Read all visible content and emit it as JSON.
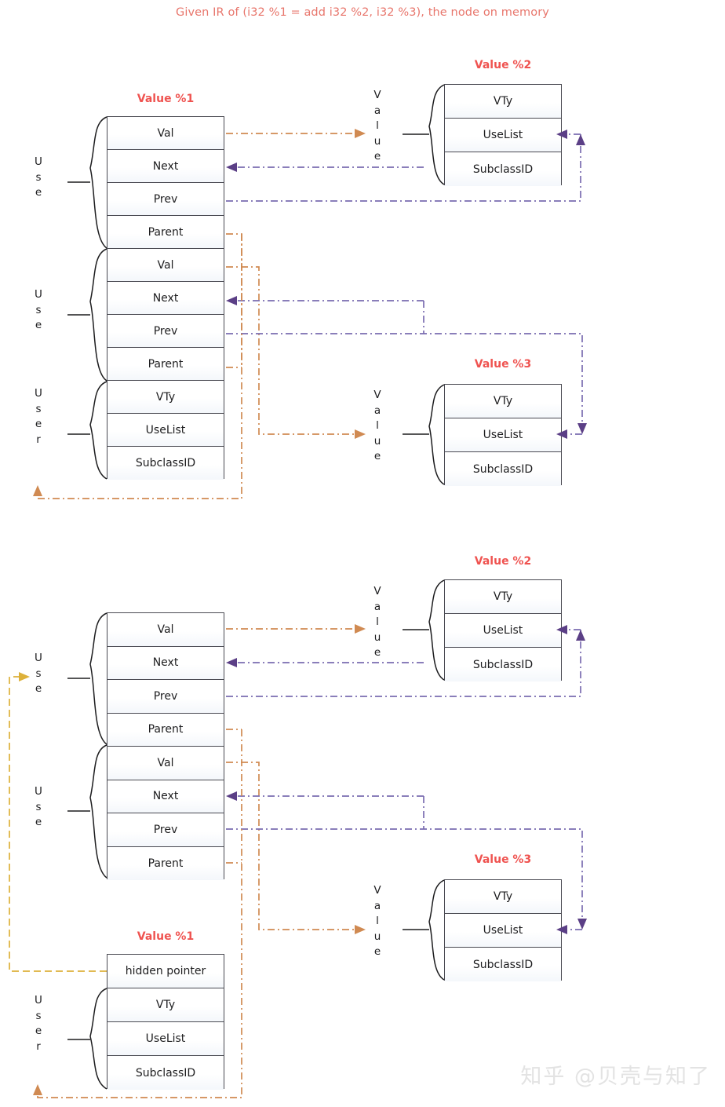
{
  "title": "Given IR of (i32 %1 = add i32 %2, i32 %3), the node on memory",
  "watermark": "知乎 @贝壳与知了",
  "colors": {
    "title": "#e8766c",
    "box_label": "#ef5350",
    "box_border": "#4a4a52",
    "arrow_orange": "#d08a52",
    "arrow_purple": "#7a6cb0",
    "arrow_gold": "#ddb13a",
    "arrowhead_purple": "#5b3f86",
    "watermark": "#e3e3e3"
  },
  "fields": {
    "val": "Val",
    "next": "Next",
    "prev": "Prev",
    "parent": "Parent",
    "vty": "VTy",
    "uselist": "UseList",
    "subclassid": "SubclassID",
    "hidden_pointer": "hidden pointer"
  },
  "group_labels": {
    "use": [
      "U",
      "s",
      "e"
    ],
    "user": [
      "U",
      "s",
      "e",
      "r"
    ],
    "value": [
      "V",
      "a",
      "l",
      "u",
      "e"
    ]
  },
  "top_section": {
    "user_node": {
      "label": "Value %1",
      "rows": [
        "Val",
        "Next",
        "Prev",
        "Parent",
        "Val",
        "Next",
        "Prev",
        "Parent",
        "VTy",
        "UseList",
        "SubclassID"
      ],
      "groups": [
        {
          "name": "Use",
          "letters": [
            "U",
            "s",
            "e"
          ],
          "rows": [
            0,
            1,
            2,
            3
          ]
        },
        {
          "name": "Use",
          "letters": [
            "U",
            "s",
            "e"
          ],
          "rows": [
            4,
            5,
            6,
            7
          ]
        },
        {
          "name": "User",
          "letters": [
            "U",
            "s",
            "e",
            "r"
          ],
          "rows": [
            8,
            9,
            10
          ]
        }
      ]
    },
    "value2": {
      "label": "Value %2",
      "rows": [
        "VTy",
        "UseList",
        "SubclassID"
      ],
      "group": {
        "name": "Value",
        "letters": [
          "V",
          "a",
          "l",
          "u",
          "e"
        ]
      }
    },
    "value3": {
      "label": "Value %3",
      "rows": [
        "VTy",
        "UseList",
        "SubclassID"
      ],
      "group": {
        "name": "Value",
        "letters": [
          "V",
          "a",
          "l",
          "u",
          "e"
        ]
      }
    }
  },
  "bottom_section": {
    "use_node": {
      "rows": [
        "Val",
        "Next",
        "Prev",
        "Parent",
        "Val",
        "Next",
        "Prev",
        "Parent"
      ],
      "groups": [
        {
          "name": "Use",
          "letters": [
            "U",
            "s",
            "e"
          ],
          "rows": [
            0,
            1,
            2,
            3
          ]
        },
        {
          "name": "Use",
          "letters": [
            "U",
            "s",
            "e"
          ],
          "rows": [
            4,
            5,
            6,
            7
          ]
        }
      ]
    },
    "value1": {
      "label": "Value %1",
      "rows": [
        "hidden pointer",
        "VTy",
        "UseList",
        "SubclassID"
      ],
      "group": {
        "name": "User",
        "letters": [
          "U",
          "s",
          "e",
          "r"
        ]
      }
    },
    "value2": {
      "label": "Value %2",
      "rows": [
        "VTy",
        "UseList",
        "SubclassID"
      ],
      "group": {
        "name": "Value",
        "letters": [
          "V",
          "a",
          "l",
          "u",
          "e"
        ]
      }
    },
    "value3": {
      "label": "Value %3",
      "rows": [
        "VTy",
        "UseList",
        "SubclassID"
      ],
      "group": {
        "name": "Value",
        "letters": [
          "V",
          "a",
          "l",
          "u",
          "e"
        ]
      }
    }
  }
}
